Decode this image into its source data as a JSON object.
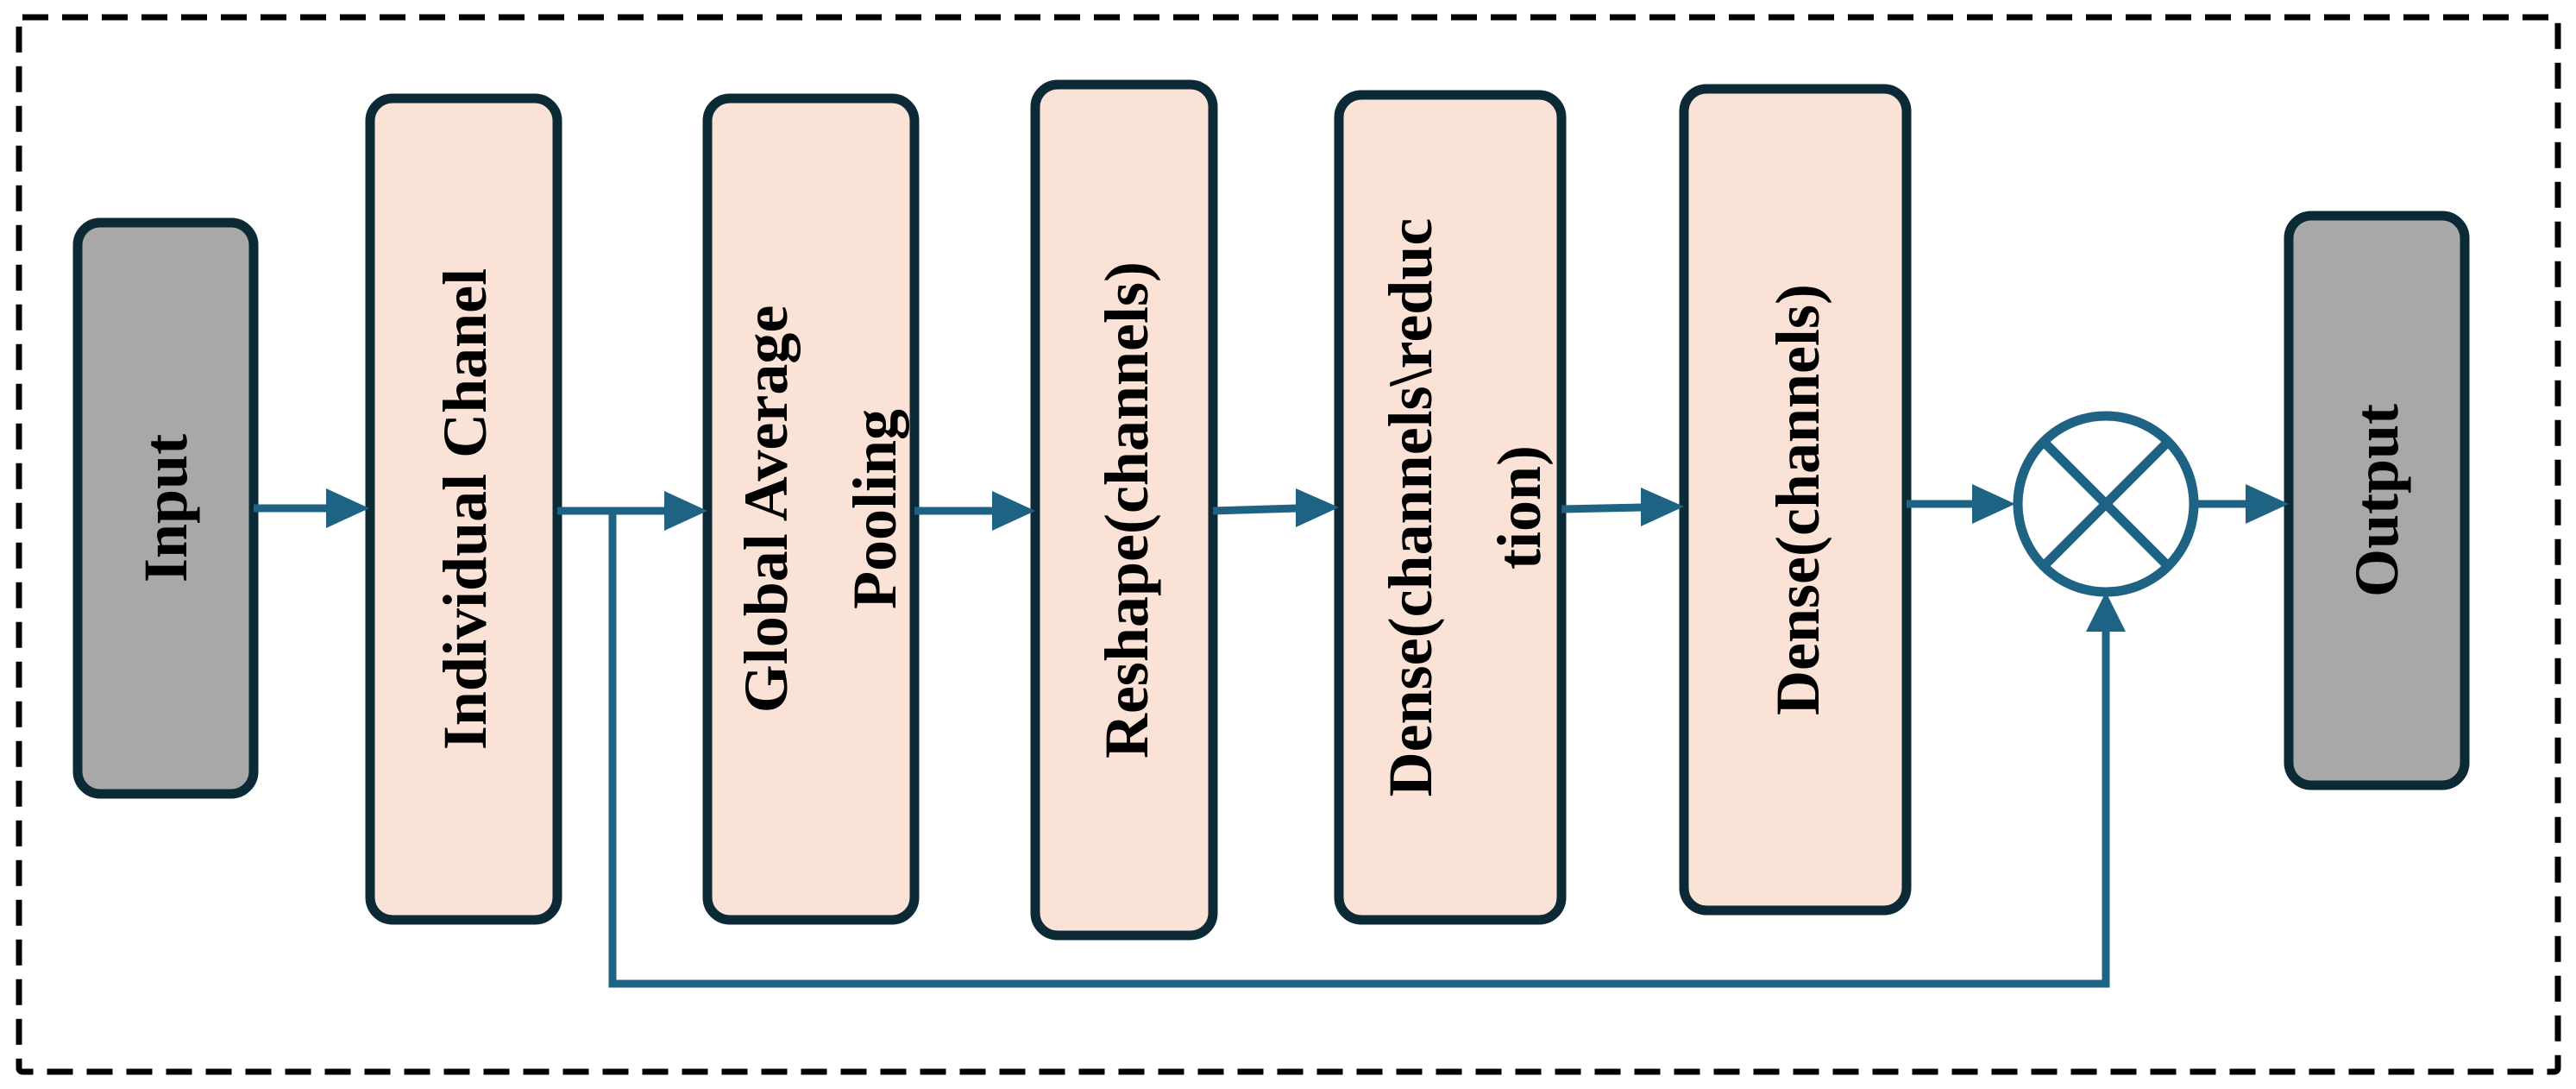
{
  "diagram": {
    "nodes": {
      "input": {
        "label": "Input"
      },
      "individual_channel": {
        "label": "Individual Chanel"
      },
      "global_average_pooling": {
        "line1": "Global Average",
        "line2": "Pooling"
      },
      "reshape": {
        "label": "Reshape(channels)"
      },
      "dense_reduction": {
        "line1": "Dense(channels\\reduc",
        "line2": "tion)"
      },
      "dense": {
        "label": "Dense(channels)"
      },
      "output": {
        "label": "Output"
      }
    },
    "operator": {
      "name": "multiply-icon"
    },
    "colors": {
      "io_fill": "#a8a8a8",
      "layer_fill": "#fae2d6",
      "border": "#0b2a36",
      "connector": "#1f6384",
      "frame": "#000000"
    }
  }
}
